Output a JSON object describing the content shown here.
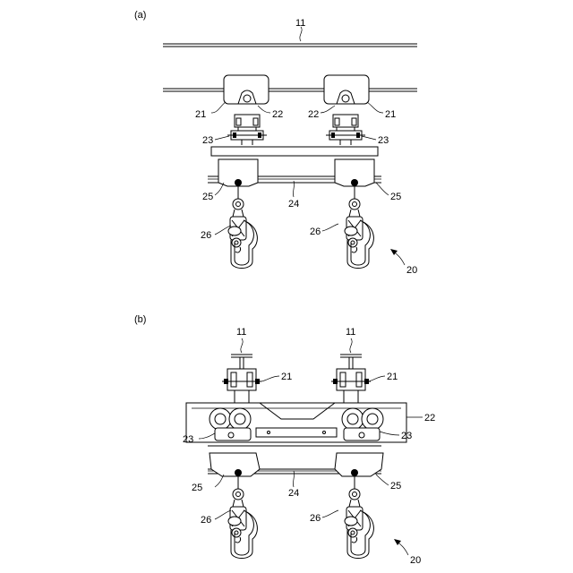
{
  "panels": {
    "a": {
      "label": "(a)",
      "refs": {
        "rail": "11",
        "trolley_left": "21",
        "trolley_right": "21",
        "bracket_left": "22",
        "bracket_right": "22",
        "clamp_left": "23",
        "clamp_right": "23",
        "beam": "24",
        "carriage_left": "25",
        "carriage_right": "25",
        "hoist_left": "26",
        "hoist_right": "26",
        "assembly": "20"
      }
    },
    "b": {
      "label": "(b)",
      "refs": {
        "rail_left": "11",
        "rail_right": "11",
        "trolley_left": "21",
        "trolley_right": "21",
        "frame": "22",
        "wheels_left": "23",
        "wheels_right": "23",
        "beam": "24",
        "carriage_left": "25",
        "carriage_right": "25",
        "hoist_left": "26",
        "hoist_right": "26",
        "assembly": "20"
      }
    }
  }
}
